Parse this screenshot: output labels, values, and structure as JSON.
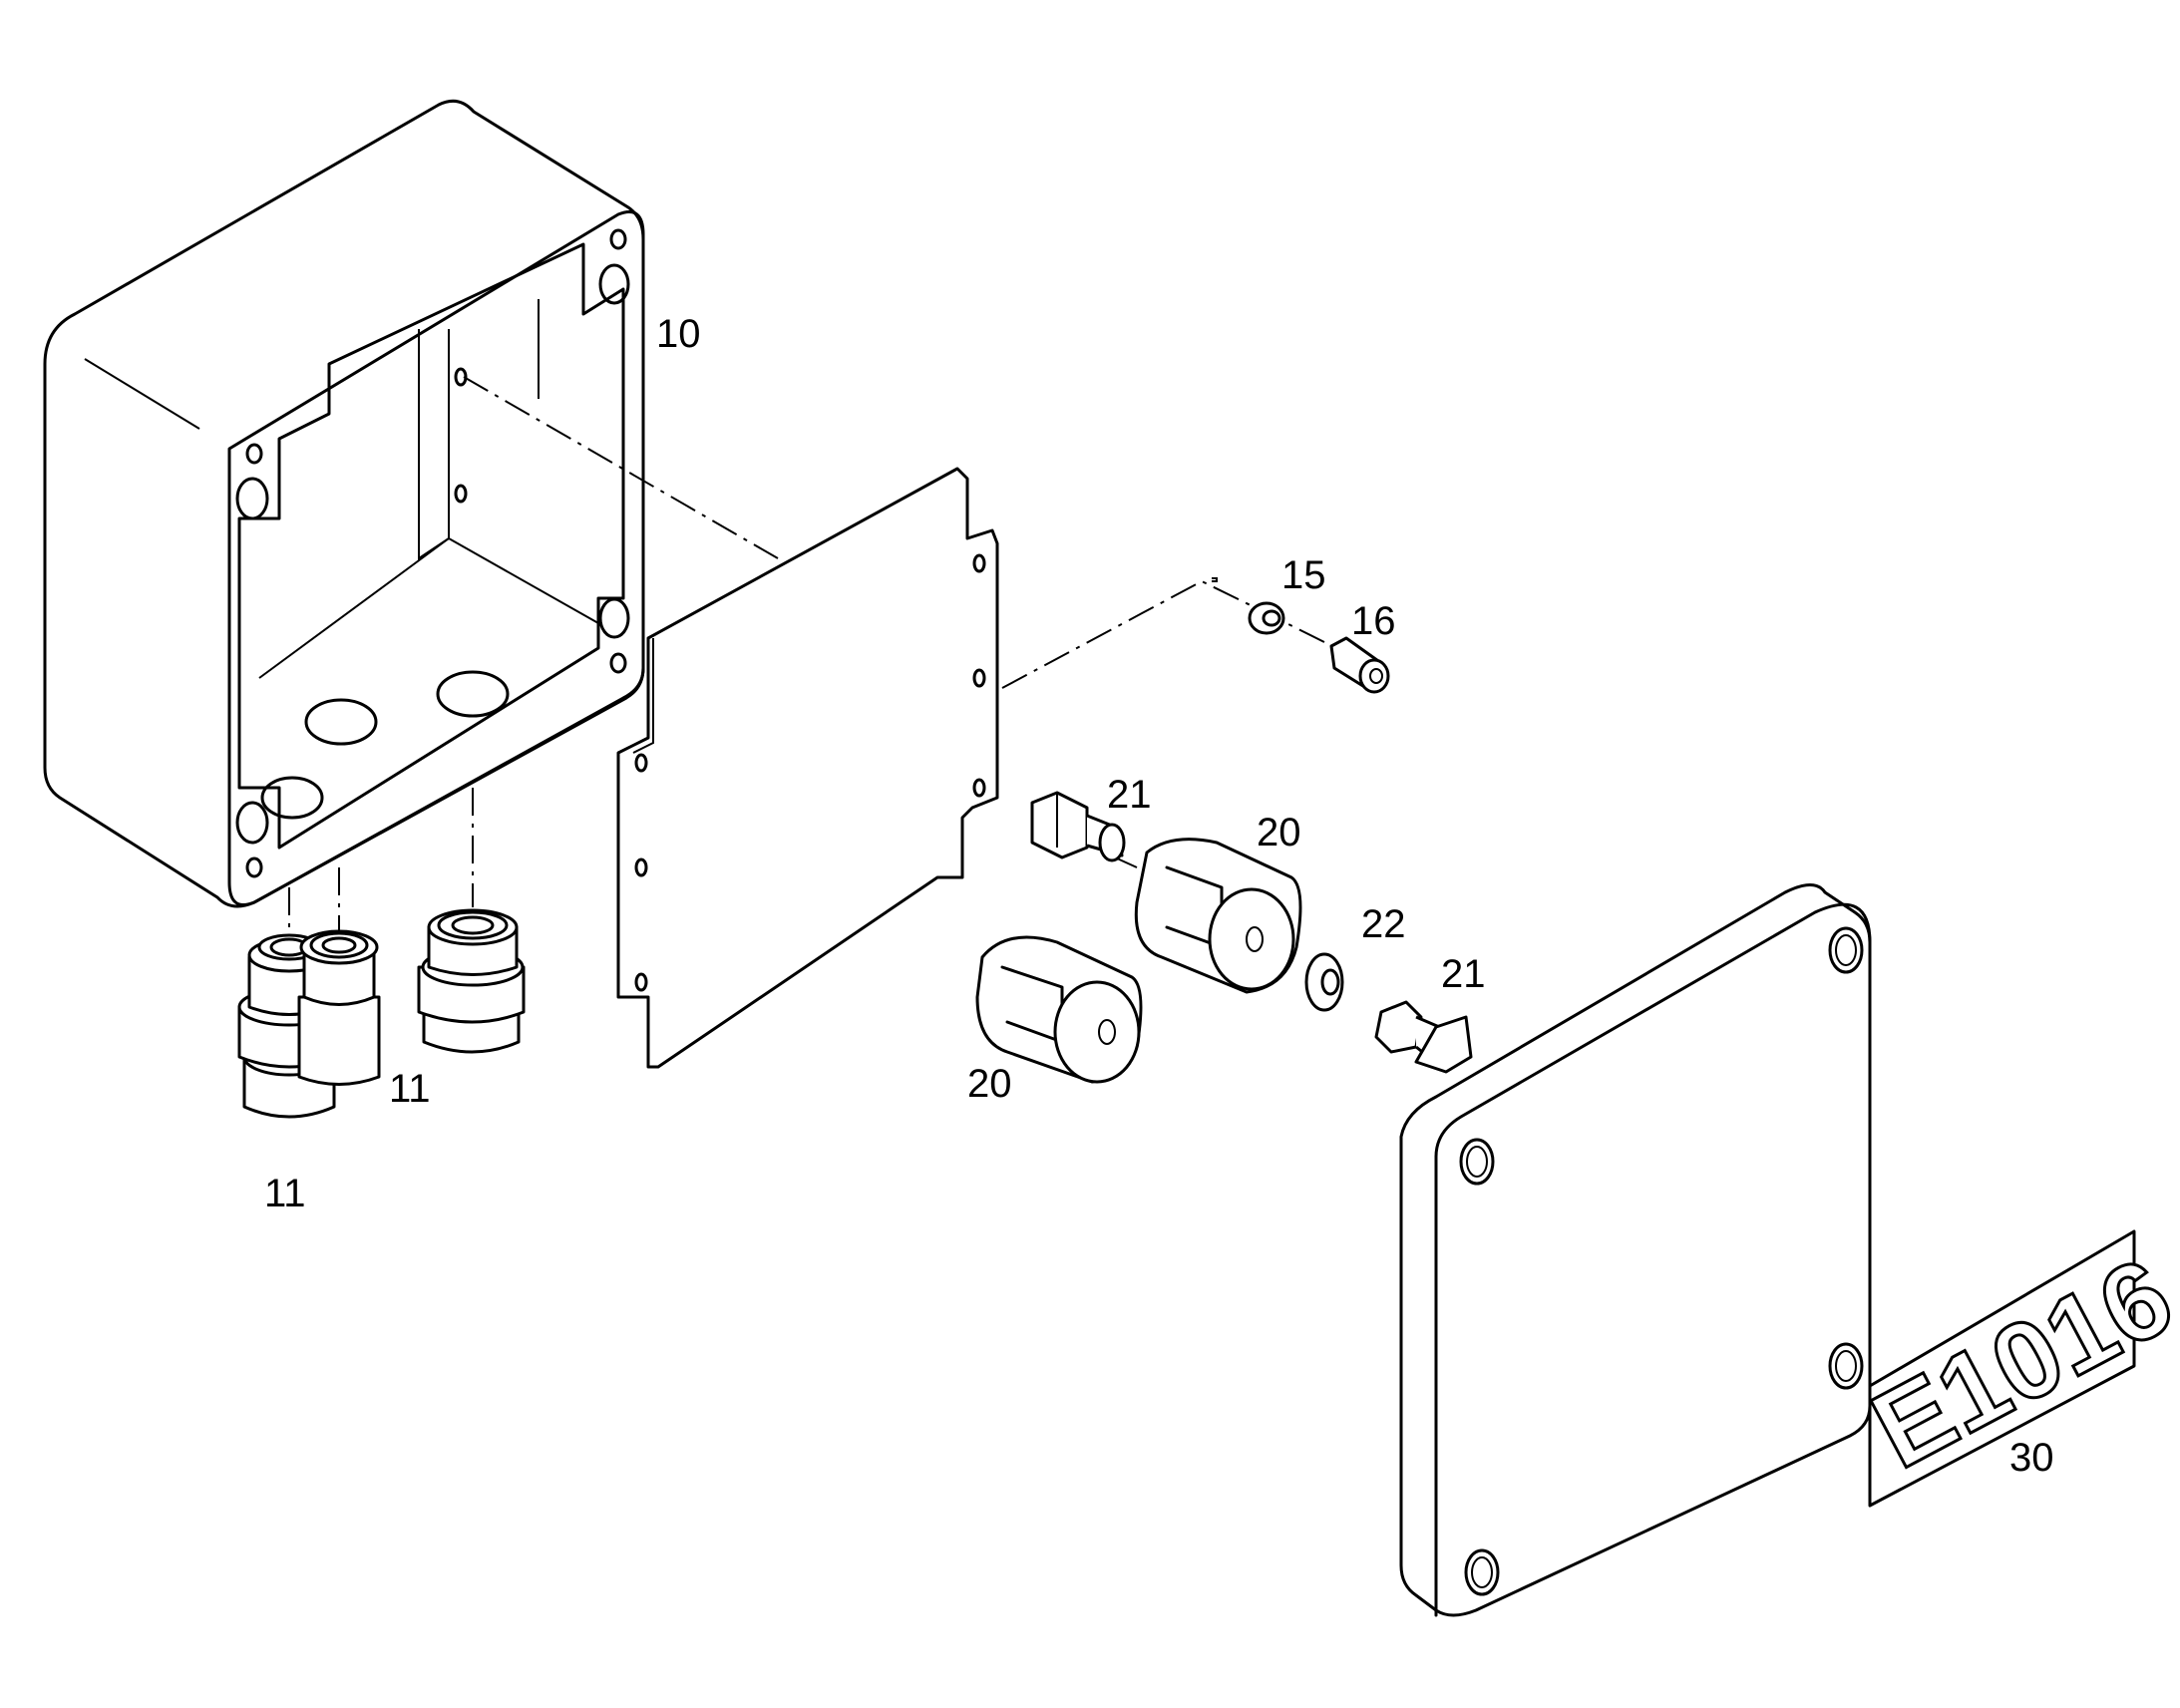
{
  "labels": {
    "enclosure": "10",
    "gland_a": "11",
    "gland_b": "11",
    "washer_small": "15",
    "screw_small": "16",
    "vent_plug_a": "20",
    "vent_plug_b": "20",
    "bolt_a": "21",
    "bolt_b": "21",
    "washer_large": "22",
    "name_plate": "30"
  },
  "plate_text": "E1016"
}
